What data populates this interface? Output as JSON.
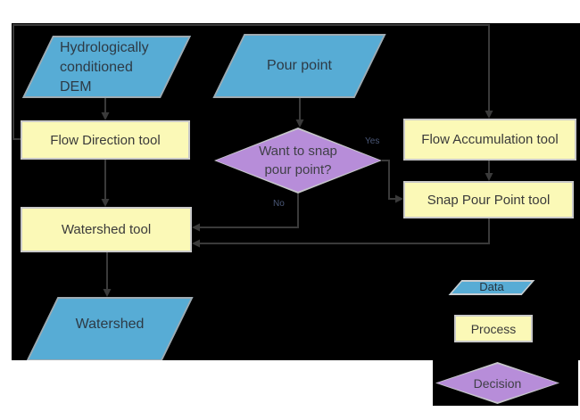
{
  "diagram": {
    "nodes": {
      "dem": {
        "type": "data",
        "label": "Hydrologically conditioned DEM",
        "lines": [
          "Hydrologically",
          "conditioned",
          "DEM"
        ]
      },
      "pour_point": {
        "type": "data",
        "label": "Pour point"
      },
      "flow_direction": {
        "type": "process",
        "label": "Flow Direction tool"
      },
      "flow_accumulation": {
        "type": "process",
        "label": "Flow Accumulation tool"
      },
      "decision": {
        "type": "decision",
        "label": "Want to snap pour point?",
        "lines": [
          "Want to snap",
          "pour point?"
        ]
      },
      "snap_pour_point": {
        "type": "process",
        "label": "Snap Pour Point tool"
      },
      "watershed_tool": {
        "type": "process",
        "label": "Watershed tool"
      },
      "watershed": {
        "type": "data",
        "label": "Watershed"
      }
    },
    "edge_labels": {
      "yes": "Yes",
      "no": "No"
    },
    "edges": [
      {
        "from": "Hydrologically conditioned DEM",
        "to": "Flow Direction tool"
      },
      {
        "from": "Pour point",
        "to": "Want to snap pour point?"
      },
      {
        "from": "Flow Direction tool",
        "to": "Flow Accumulation tool"
      },
      {
        "from": "Flow Direction tool",
        "to": "Watershed tool"
      },
      {
        "from": "Want to snap pour point?",
        "to": "Snap Pour Point tool",
        "label": "Yes"
      },
      {
        "from": "Want to snap pour point?",
        "to": "Watershed tool",
        "label": "No"
      },
      {
        "from": "Flow Accumulation tool",
        "to": "Snap Pour Point tool"
      },
      {
        "from": "Snap Pour Point tool",
        "to": "Watershed tool"
      },
      {
        "from": "Watershed tool",
        "to": "Watershed"
      }
    ],
    "legend": {
      "data": "Data",
      "process": "Process",
      "decision": "Decision"
    },
    "colors": {
      "canvas_background": "#000000",
      "data_fill": "#57ACD5",
      "process_fill": "#FBF9B7",
      "decision_fill": "#B78DD9",
      "shape_stroke": "#C9C9C9",
      "connector": "#3A3A3A"
    }
  }
}
